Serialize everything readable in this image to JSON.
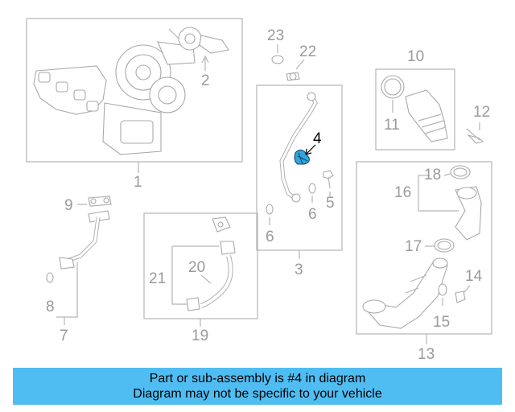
{
  "diagram": {
    "labels": {
      "l1": "1",
      "l2": "2",
      "l3": "3",
      "l4": "4",
      "l5": "5",
      "l6a": "6",
      "l6b": "6",
      "l7": "7",
      "l8": "8",
      "l9": "9",
      "l10": "10",
      "l11": "11",
      "l12": "12",
      "l13": "13",
      "l14": "14",
      "l15": "15",
      "l16": "16",
      "l17": "17",
      "l18": "18",
      "l19": "19",
      "l20": "20",
      "l21": "21",
      "l22": "22",
      "l23": "23"
    },
    "highlight_color": "#2aa7e0"
  },
  "banner": {
    "line1": "Part or sub-assembly is #4 in diagram",
    "line2": "Diagram may not be specific to your vehicle",
    "color": "#50bdf2"
  }
}
